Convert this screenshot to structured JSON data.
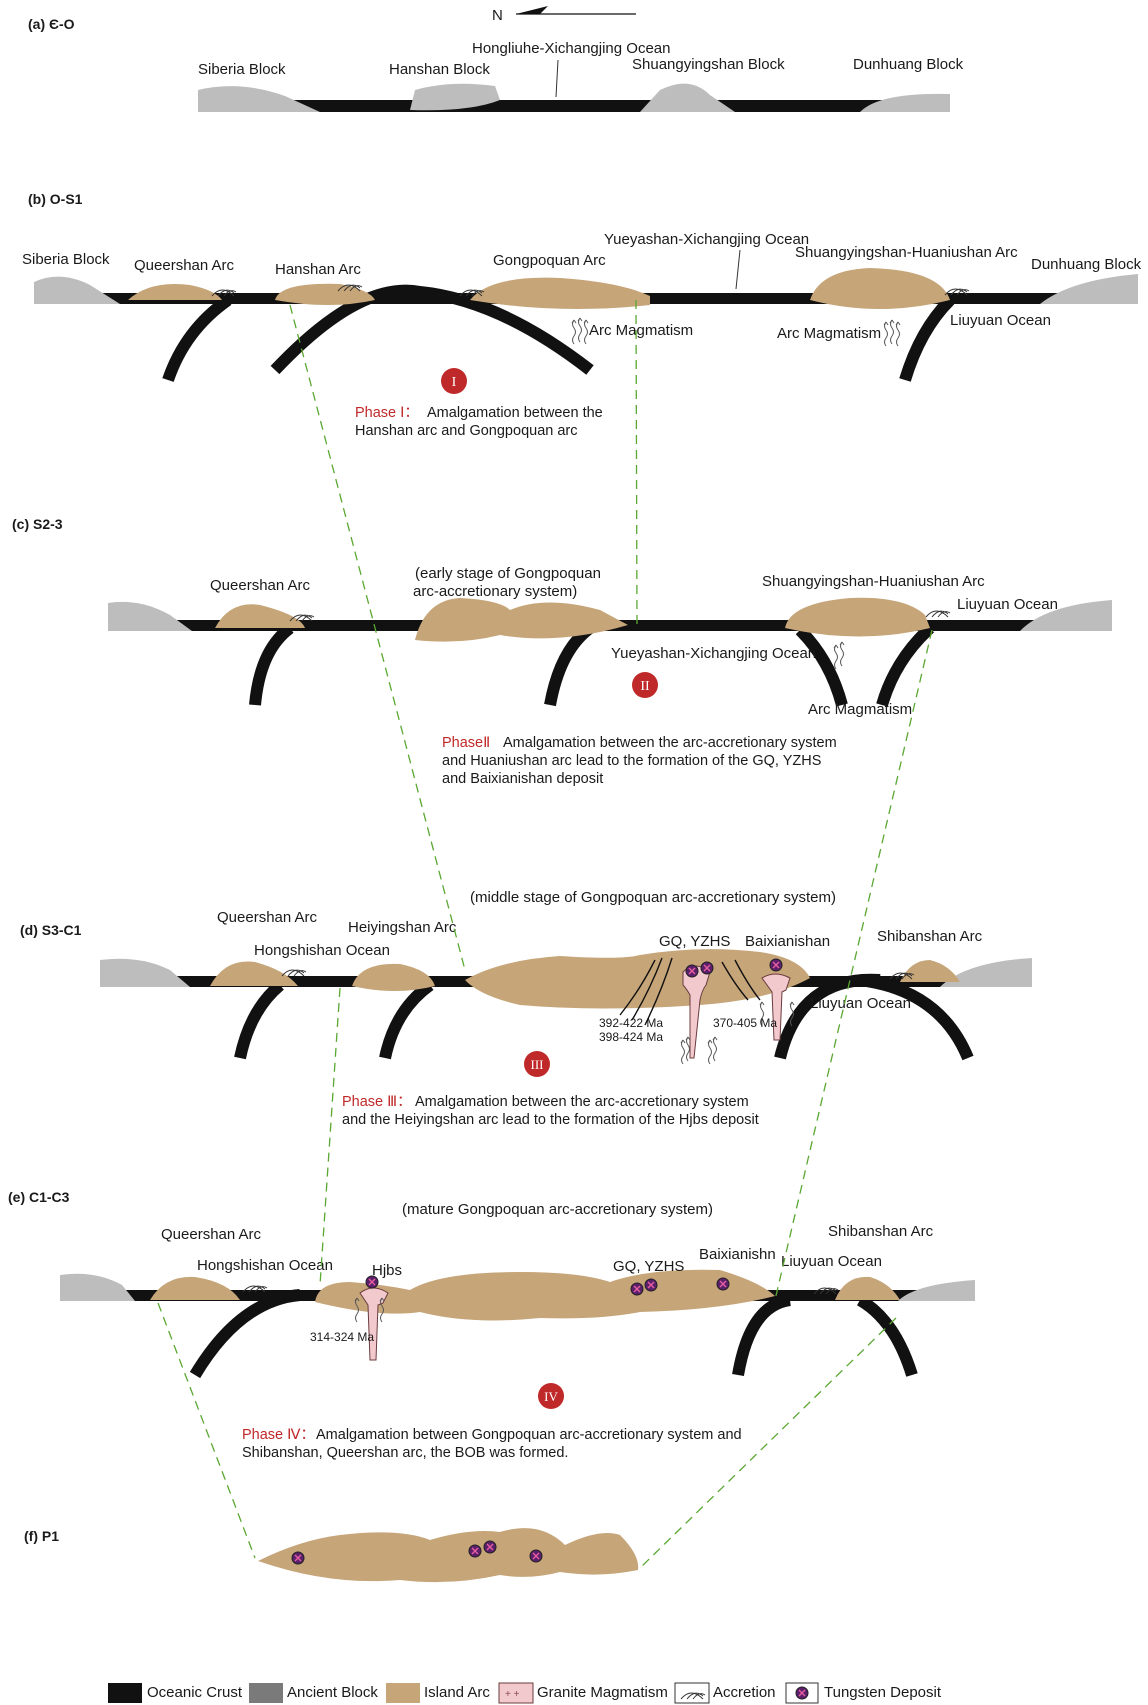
{
  "compass": "N",
  "panels": {
    "a": {
      "label": "(a) Є-O",
      "siberia": "Siberia Block",
      "hanshan": "Hanshan Block",
      "ocean": "Hongliuhe-Xichangjing Ocean",
      "shuang": "Shuangyingshan Block",
      "dunhuang": "Dunhuang Block"
    },
    "b": {
      "label": "(b) O-S1",
      "siberia": "Siberia Block",
      "queershan": "Queershan Arc",
      "hanshan": "Hanshan Arc",
      "gongpoquan": "Gongpoquan Arc",
      "ocean": "Yueyashan-Xichangjing Ocean",
      "shuang": "Shuangyingshan-Huaniushan Arc",
      "dunhuang": "Dunhuang Block",
      "arcmag1": "Arc Magmatism",
      "arcmag2": "Arc Magmatism",
      "liuyuan": "Liuyuan Ocean"
    },
    "c": {
      "label": "(c) S2-3",
      "queershan": "Queershan Arc",
      "early1": "(early stage of Gongpoquan",
      "early2": "arc-accretionary system)",
      "shuang": "Shuangyingshan-Huaniushan Arc",
      "liuyuan": "Liuyuan Ocean",
      "ocean": "Yueyashan-Xichangjing Ocean",
      "arcmag": "Arc Magmatism"
    },
    "d": {
      "label": "(d) S3-C1",
      "middle": "(middle stage of Gongpoquan arc-accretionary system)",
      "queershan": "Queershan Arc",
      "heiyingshan": "Heiyingshan Arc",
      "hongshishan": "Hongshishan Ocean",
      "gq": "GQ, YZHS",
      "baixianishan": "Baixianishan",
      "shibanshan": "Shibanshan Arc",
      "liuyuan": "Liuyuan Ocean",
      "age1": "392-422 Ma",
      "age2": "398-424 Ma",
      "age3": "370-405 Ma"
    },
    "e": {
      "label": "(e) C1-C3",
      "mature": "(mature Gongpoquan arc-accretionary system)",
      "queershan": "Queershan Arc",
      "hongshishan": "Hongshishan Ocean",
      "hjbs": "Hjbs",
      "gq": "GQ, YZHS",
      "baixianishan": "Baixianishn",
      "liuyuan": "Liuyuan Ocean",
      "shibanshan": "Shibanshan Arc",
      "age": "314-324 Ma"
    },
    "f": {
      "label": "(f) P1"
    }
  },
  "phases": {
    "p1": {
      "numeral": "I",
      "title": "Phase Ⅰ：",
      "line1": "Amalgamation between the",
      "line2": "Hanshan arc and Gongpoquan arc"
    },
    "p2": {
      "numeral": "II",
      "title": "PhaseⅡ",
      "line1": "Amalgamation between the arc-accretionary system",
      "line2": "and Huaniushan arc lead to the formation of the GQ, YZHS",
      "line3": "and Baixianishan deposit"
    },
    "p3": {
      "numeral": "III",
      "title": "Phase Ⅲ：",
      "line1": "Amalgamation between the arc-accretionary system",
      "line2": "and the Heiyingshan arc lead to the formation of the Hjbs deposit"
    },
    "p4": {
      "numeral": "IV",
      "title": "Phase Ⅳ：",
      "line1": "Amalgamation between Gongpoquan arc-accretionary system and",
      "line2": "Shibanshan, Queershan arc, the BOB was formed."
    }
  },
  "legend": {
    "oceanic": "Oceanic Crust",
    "ancient": "Ancient Block",
    "island": "Island Arc",
    "granite": "Granite Magmatism",
    "accretion": "Accretion",
    "tungsten": "Tungsten Deposit"
  },
  "colors": {
    "oceanic": "#111111",
    "ancient": "#bdbdbd",
    "island": "#c6a579",
    "granite": "#f2c9cd",
    "phase_red": "#c0292a",
    "dashed": "#5aa832",
    "deposit": "#5b1f6b"
  },
  "icons": [
    "north-arrow-icon",
    "tungsten-deposit-icon",
    "granite-magmatism-icon",
    "accretion-icon",
    "arc-magmatism-icon"
  ]
}
